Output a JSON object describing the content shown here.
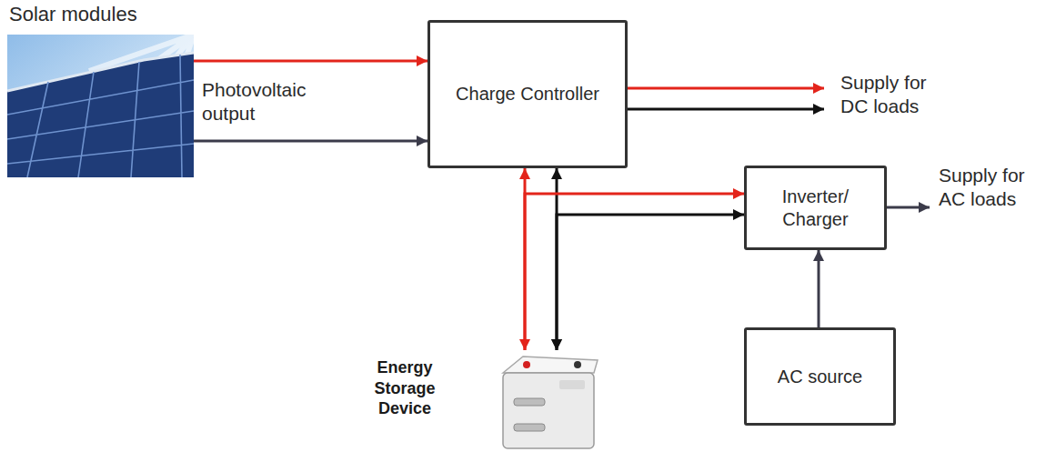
{
  "diagram": {
    "nodes": [
      {
        "text": [
          "Solar modules"
        ]
      },
      {
        "text": [
          "Charge Controller"
        ]
      },
      {
        "text": [
          "Supply for DC loads"
        ]
      },
      {
        "text": [
          "Inverter/ Charger"
        ]
      },
      {
        "text": [
          "Supply for AC loads"
        ]
      },
      {
        "text": [
          "AC source"
        ]
      },
      {
        "text": [
          "Energy Storage Device"
        ]
      }
    ],
    "edges": [
      {
        "from": 0,
        "to": 1,
        "arrow": "to"
      },
      {
        "from": 0,
        "to": 1,
        "arrow": "to"
      },
      {
        "from": 1,
        "to": 2,
        "arrow": "to"
      },
      {
        "from": 1,
        "to": 2,
        "arrow": "to"
      },
      {
        "from": 1,
        "to": 6,
        "arrow": "both"
      },
      {
        "from": 1,
        "to": 6,
        "arrow": "both"
      },
      {
        "from": 6,
        "to": 3,
        "arrow": "to"
      },
      {
        "from": 6,
        "to": 3,
        "arrow": "both"
      },
      {
        "from": 3,
        "to": 4,
        "arrow": "to"
      },
      {
        "from": 5,
        "to": 3,
        "arrow": "to"
      }
    ],
    "labels": [
      "Photovoltaic output"
    ]
  }
}
